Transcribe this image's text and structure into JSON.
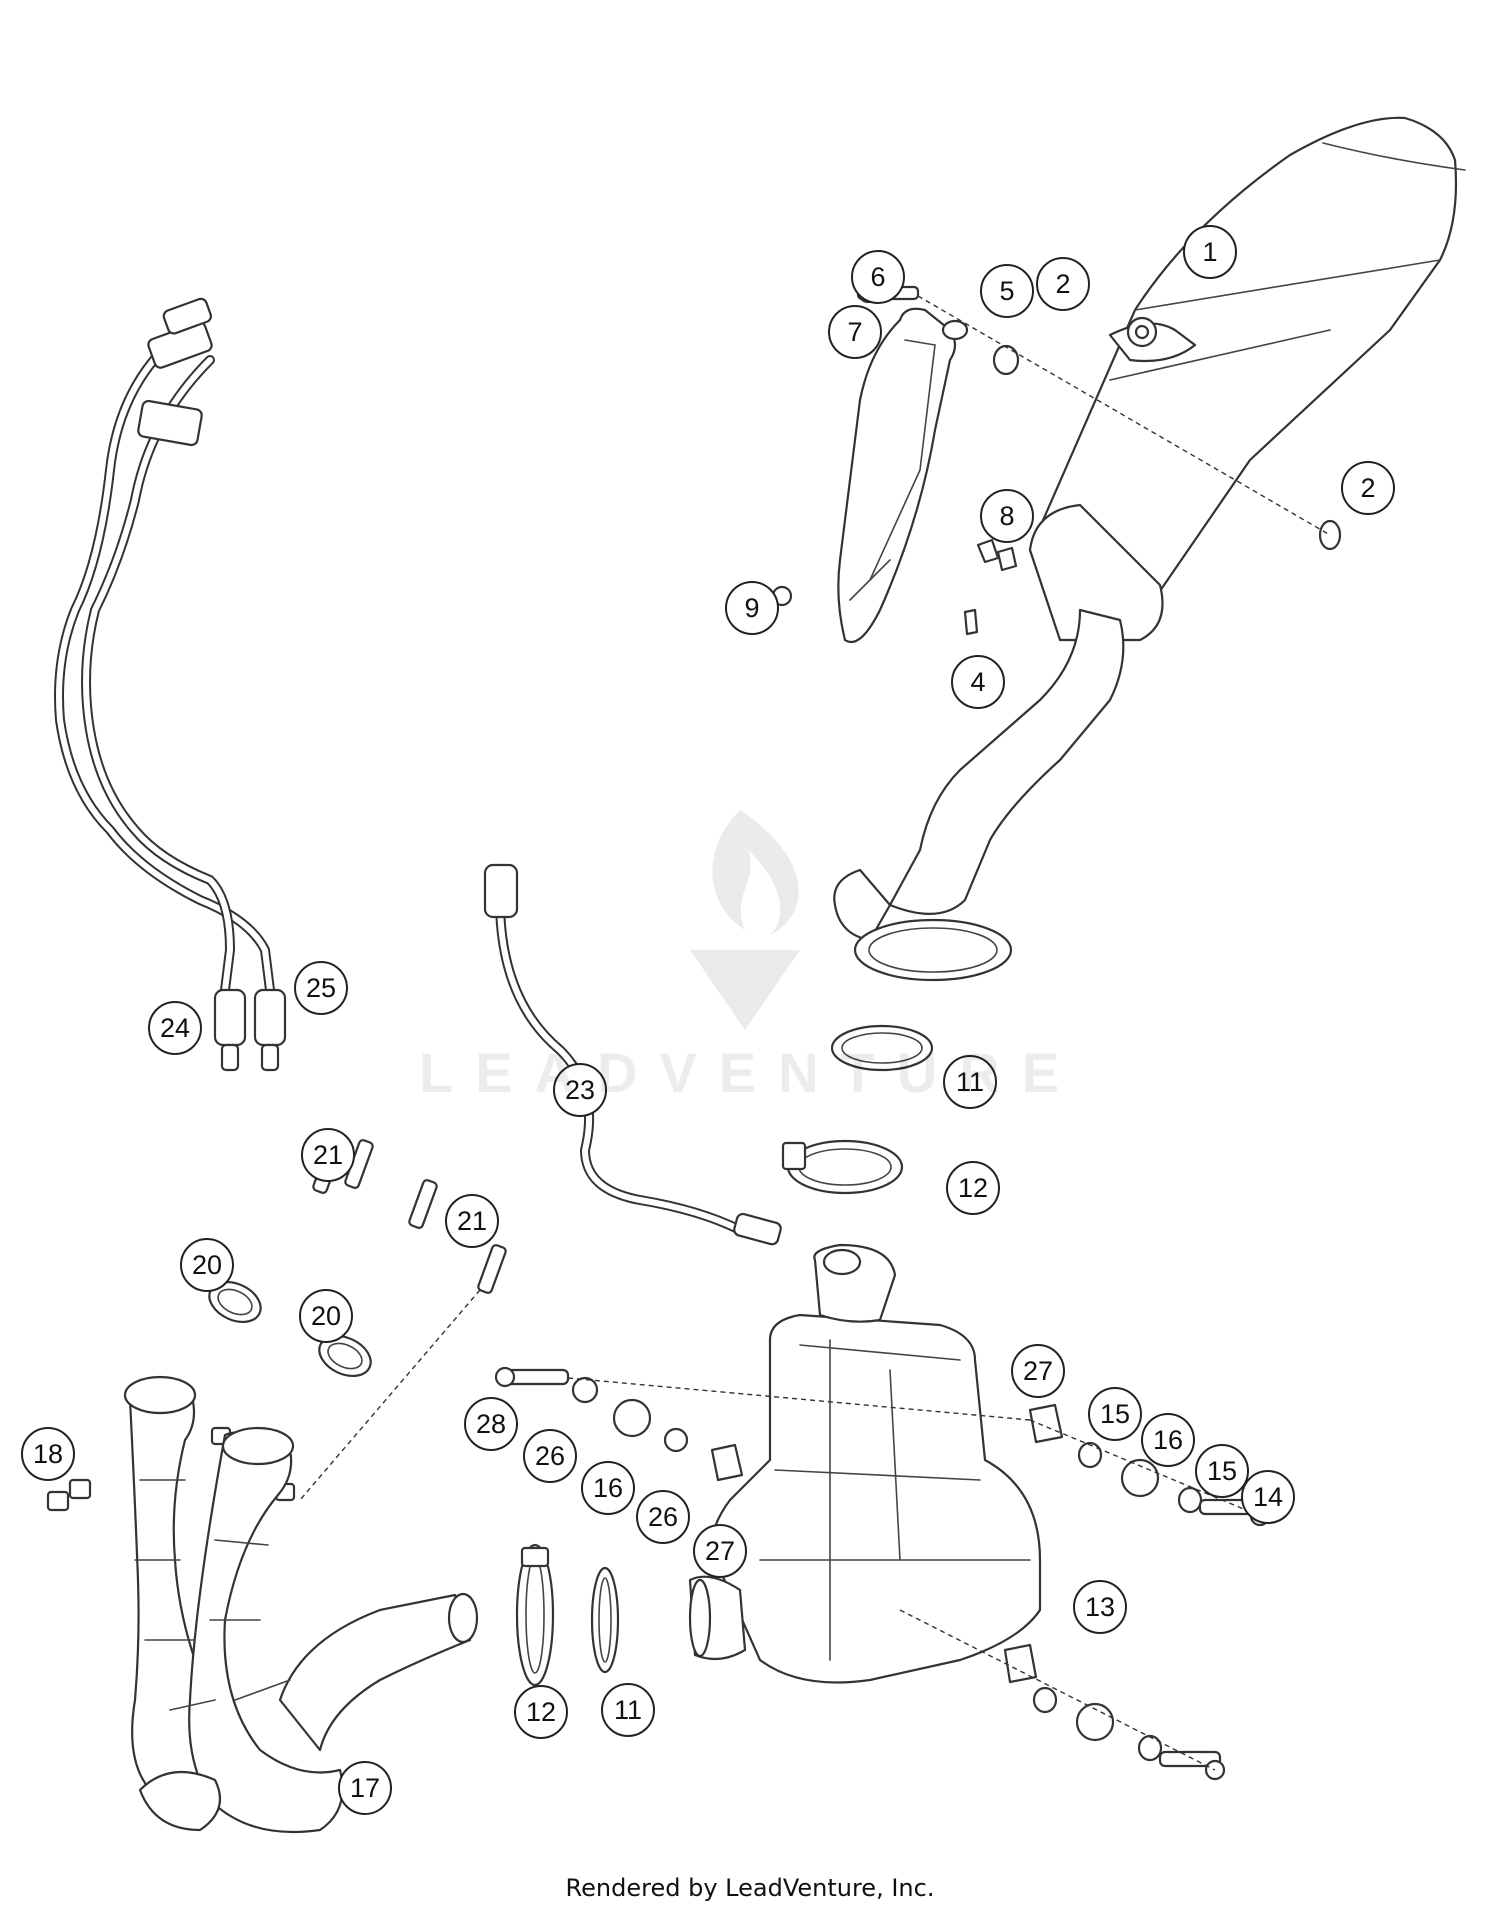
{
  "diagram": {
    "callouts": [
      "1",
      "2",
      "2",
      "4",
      "5",
      "6",
      "7",
      "8",
      "9",
      "11",
      "11",
      "12",
      "12",
      "13",
      "14",
      "15",
      "15",
      "16",
      "16",
      "17",
      "18",
      "20",
      "20",
      "21",
      "21",
      "23",
      "24",
      "25",
      "26",
      "26",
      "27",
      "27",
      "28"
    ],
    "watermark": "LEADVENTURE"
  },
  "footer": {
    "credit": "Rendered by LeadVenture, Inc."
  }
}
